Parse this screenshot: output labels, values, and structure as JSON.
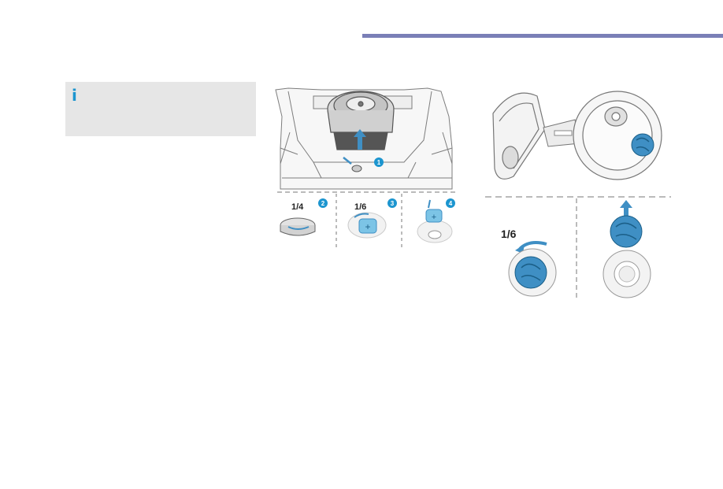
{
  "info_box": {
    "icon": "info-icon"
  },
  "figure_left": {
    "step_badges": [
      "1",
      "2",
      "3",
      "4"
    ],
    "fractions": [
      "1/4",
      "1/6"
    ]
  },
  "figure_right": {
    "fractions": [
      "1/6"
    ]
  },
  "colors": {
    "accent_rule": "#7a7fb7",
    "info_blue": "#1c95cf",
    "part_blue": "#3f8fc4",
    "info_bg": "#e6e6e6"
  }
}
